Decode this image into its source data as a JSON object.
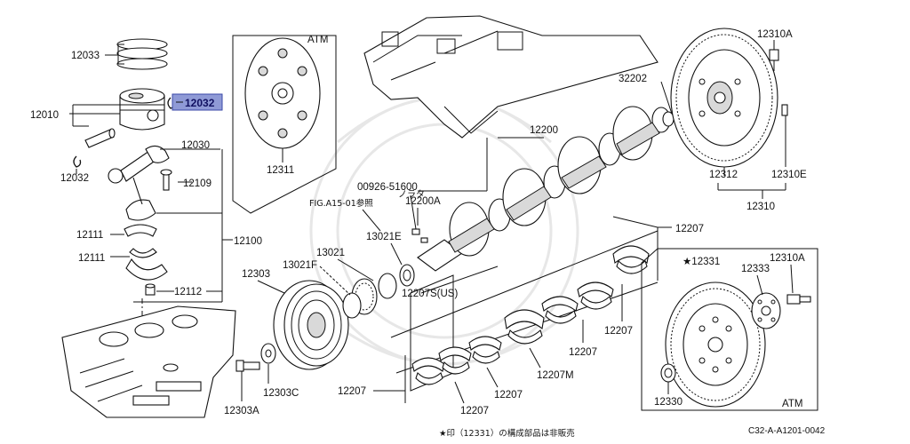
{
  "diagram": {
    "highlight_color": "#8f9ad6",
    "labels": {
      "p12033": "12033",
      "p12032_hl": "12032",
      "p12010": "12010",
      "p12032": "12032",
      "p12030": "12030",
      "p12109": "12109",
      "p12111a": "12111",
      "p12111b": "12111",
      "p12100": "12100",
      "p12112": "12112",
      "p12311": "12311",
      "atm_top": "ATM",
      "p00926": "00926-51600",
      "p00926_sub": "ノラタ",
      "p12200a": "12200A",
      "fig_ref": "FIG.A15-01参照",
      "p12200": "12200",
      "p32202": "32202",
      "p12310a_top": "12310A",
      "p12312": "12312",
      "p12310e": "12310E",
      "p12310": "12310",
      "p13021e": "13021E",
      "p13021": "13021",
      "p13021f": "13021F",
      "p12303": "12303",
      "p12207s": "12207S(US)",
      "p12207_top": "12207",
      "p12207_r": "12207",
      "p12207_mid": "12207",
      "p12207m": "12207M",
      "p12207_b1": "12207",
      "p12207_b2": "12207",
      "p12207_left": "12207",
      "p12303c": "12303C",
      "p12303a": "12303A",
      "p12331": "★12331",
      "p12333": "12333",
      "p12310a_bot": "12310A",
      "p12330": "12330",
      "atm_bot": "ATM",
      "footnote": "★印（12331）の構成部品は非販売",
      "ref_code": "C32-A-A1201-0042"
    }
  }
}
